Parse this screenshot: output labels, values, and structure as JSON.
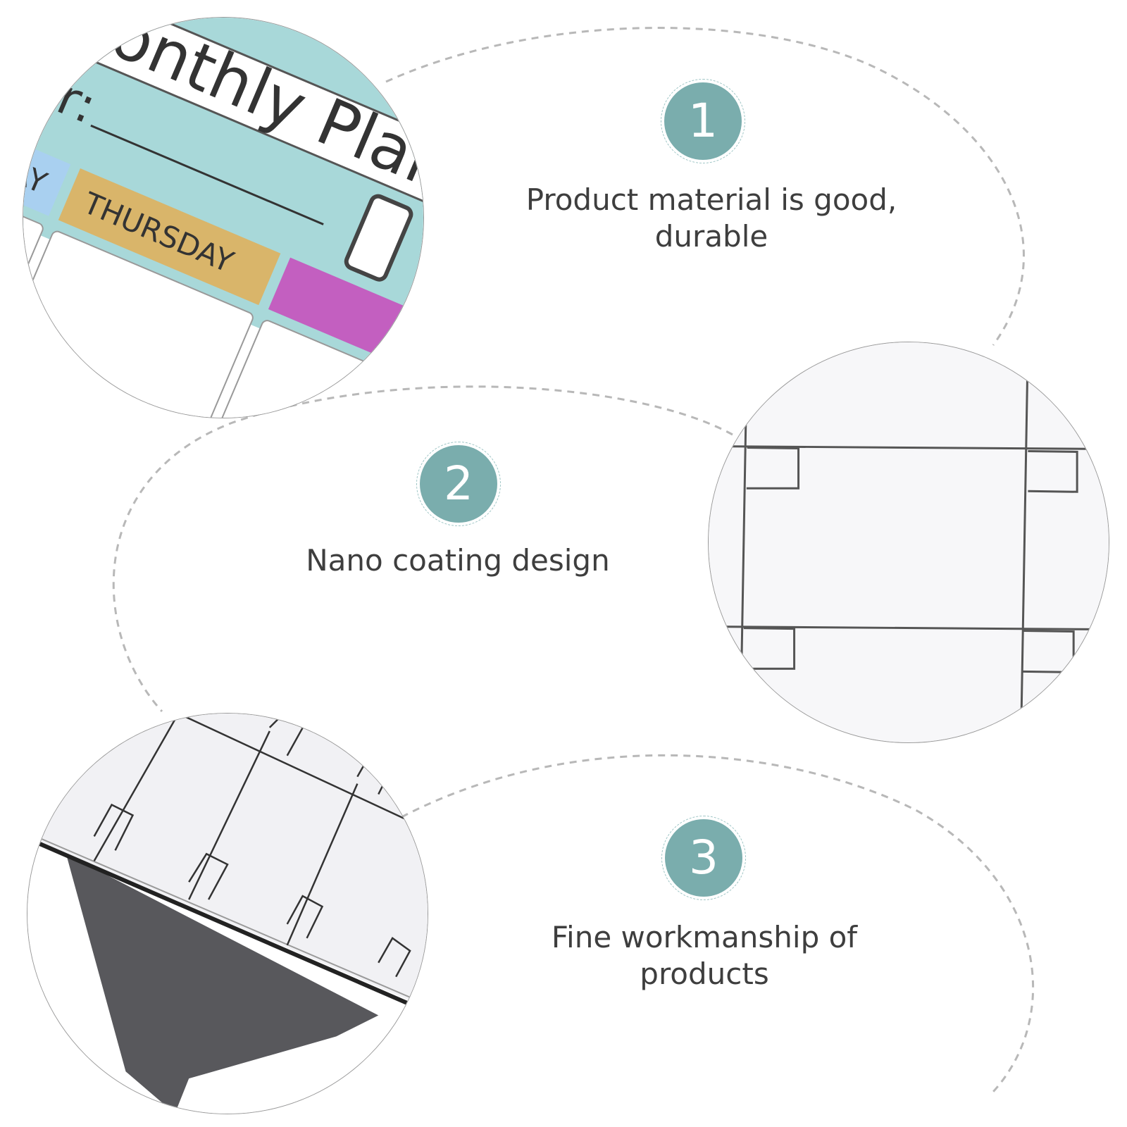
{
  "features": [
    {
      "number": "1",
      "text": "Product material is good,\ndurable"
    },
    {
      "number": "2",
      "text": "Nano coating design"
    },
    {
      "number": "3",
      "text": "Fine workmanship of\nproducts"
    }
  ],
  "product_photo": {
    "title_fragment": "onthly Plan",
    "label_fragment": "ar:",
    "day_fragment": "DAY",
    "day_label": "THURSDAY"
  },
  "colors": {
    "badge": "#7aadad",
    "text": "#3e3e3e",
    "dashed_path": "#b8b8b8",
    "planner_header": "#a8d8d9",
    "day_blue": "#a9d0f0",
    "day_gold": "#d9b56a",
    "day_purple": "#c35fc0",
    "magnet_back": "#58585c"
  },
  "icons": [
    "number-badge-icon"
  ]
}
